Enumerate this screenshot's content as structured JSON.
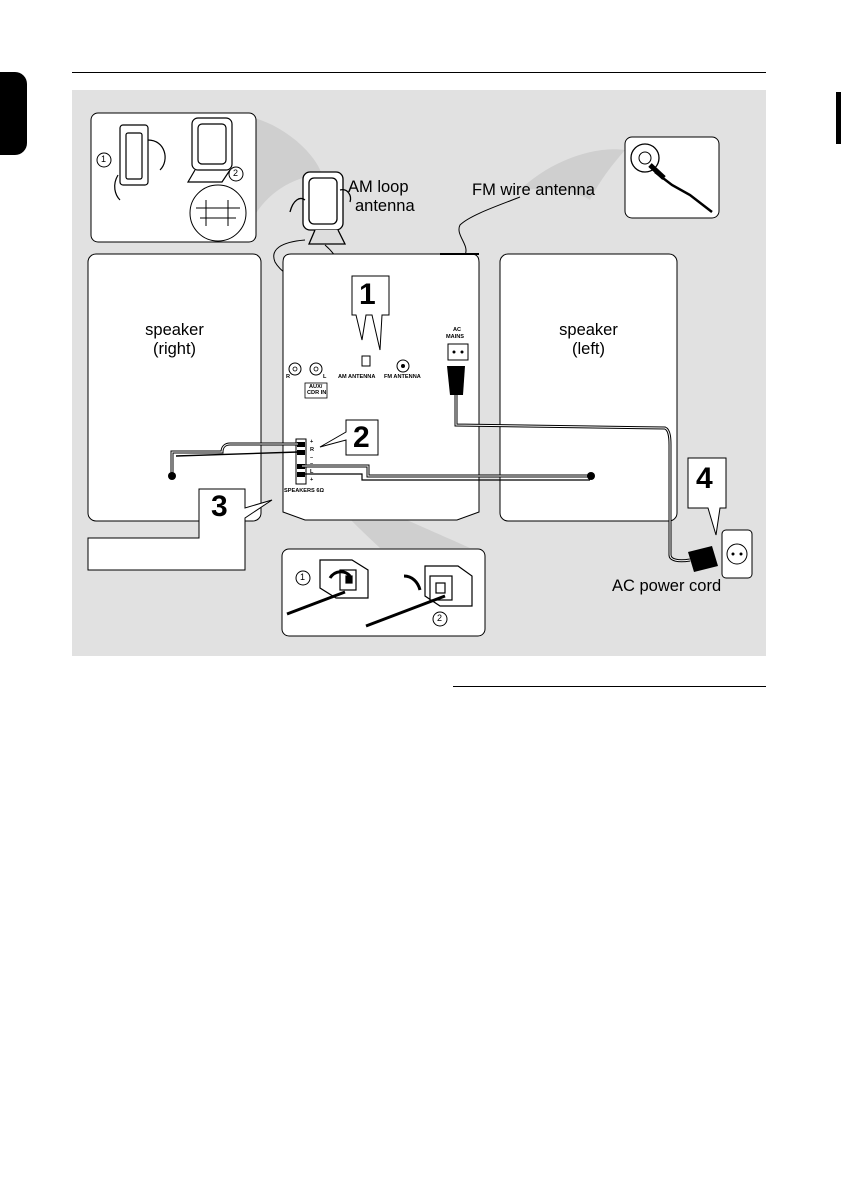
{
  "labels": {
    "am_loop_line1": "AM loop",
    "am_loop_line2": "antenna",
    "fm_wire": "FM wire antenna",
    "speaker_right_line1": "speaker",
    "speaker_right_line2": "(right)",
    "speaker_left_line1": "speaker",
    "speaker_left_line2": "(left)",
    "ac_power_cord": "AC power cord"
  },
  "panel": {
    "am_antenna": "AM ANTENNA",
    "fm_antenna": "FM ANTENNA",
    "ac_mains_line1": "AC",
    "ac_mains_line2": "MAINS",
    "aux_line1": "AUX/",
    "aux_line2": "CDR IN",
    "speakers": "SPEAKERS 6Ω",
    "terminal_plus_1": "+",
    "terminal_r": "R",
    "terminal_minus_1": "–",
    "terminal_minus_2": "–",
    "terminal_l": "L",
    "terminal_plus_2": "+",
    "jack_r": "R",
    "jack_l": "L"
  },
  "steps": {
    "step1": "1",
    "step2": "2",
    "step3": "3",
    "step4": "4",
    "inset_circle_1": "1",
    "inset_circle_2": "2"
  },
  "colors": {
    "background": "#e1e1e1",
    "box": "#ffffff",
    "line": "#000000"
  }
}
